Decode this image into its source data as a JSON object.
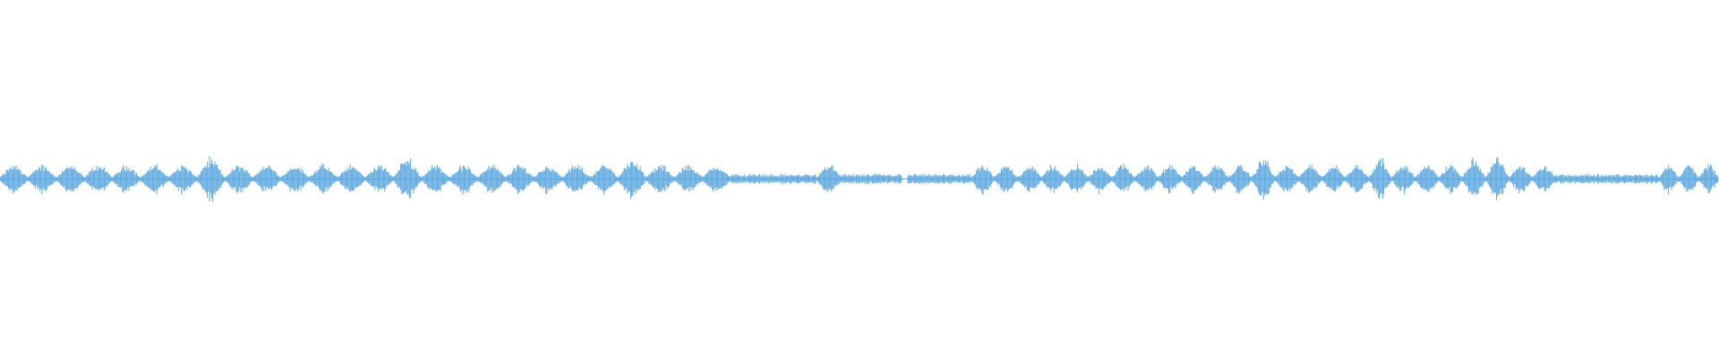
{
  "colors": {
    "background": "#ffffff",
    "waveform": "#5aa7df"
  },
  "waveform": {
    "segments": [
      {
        "start": 0.0,
        "end": 0.425,
        "mode": "beats",
        "beats": 26
      },
      {
        "start": 0.425,
        "end": 0.475,
        "mode": "noise"
      },
      {
        "start": 0.475,
        "end": 0.49,
        "mode": "beats",
        "beats": 1
      },
      {
        "start": 0.49,
        "end": 0.525,
        "mode": "noise"
      },
      {
        "start": 0.528,
        "end": 0.565,
        "mode": "noise"
      },
      {
        "start": 0.565,
        "end": 0.905,
        "mode": "beats",
        "beats": 25
      },
      {
        "start": 0.905,
        "end": 0.965,
        "mode": "noise"
      },
      {
        "start": 0.965,
        "end": 1.0,
        "mode": "beats",
        "beats": 3
      }
    ],
    "accent_beats": [
      0.118,
      0.242,
      0.368,
      0.74,
      0.803,
      0.865
    ]
  }
}
